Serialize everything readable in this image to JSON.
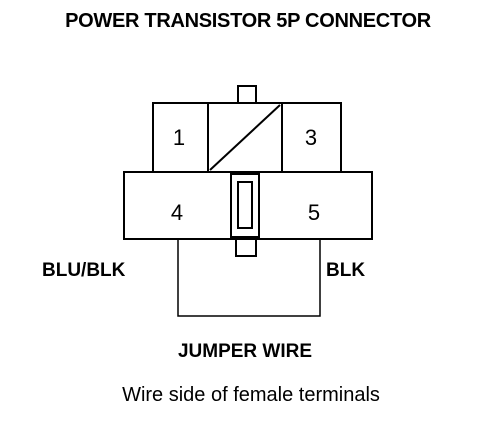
{
  "title": "POWER TRANSISTOR 5P CONNECTOR",
  "pins": {
    "p1": "1",
    "p3": "3",
    "p4": "4",
    "p5": "5"
  },
  "wires": {
    "left_label": "BLU/BLK",
    "right_label": "BLK",
    "jumper_label": "JUMPER WIRE"
  },
  "caption": "Wire side of female terminals"
}
